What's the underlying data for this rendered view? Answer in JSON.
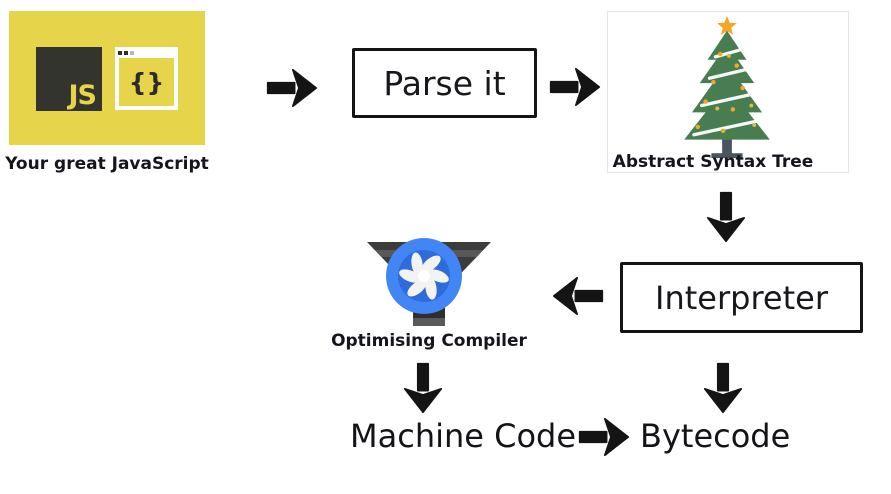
{
  "diagram": {
    "source_label": "Your great JavaScript",
    "js_badge": "JS",
    "code_braces": "{}",
    "parse_label": "Parse it",
    "ast_label": "Abstract Syntax Tree",
    "interpreter_label": "Interpreter",
    "compiler_label": "Optimising Compiler",
    "machine_code_label": "Machine Code",
    "bytecode_label": "Bytecode"
  },
  "icons": {
    "source": "js-logo-with-code-window",
    "ast": "christmas-tree-with-star",
    "compiler": "funnel-with-turbofan-wheel",
    "flow_arrows": "bold-black-hand-drawn-arrows"
  },
  "colors": {
    "js_yellow": "#e6d54b",
    "js_dark": "#34342e",
    "ink": "#17171c",
    "turbofan_blue": "#4285f4",
    "turbofan_blue_dark": "#2e6bdb",
    "tree_green": "#487d52",
    "star_orange": "#f5a623",
    "trunk_slate": "#4a545e",
    "funnel_gray": "#3c3c3c",
    "frame_gray": "#e4e4e4"
  }
}
